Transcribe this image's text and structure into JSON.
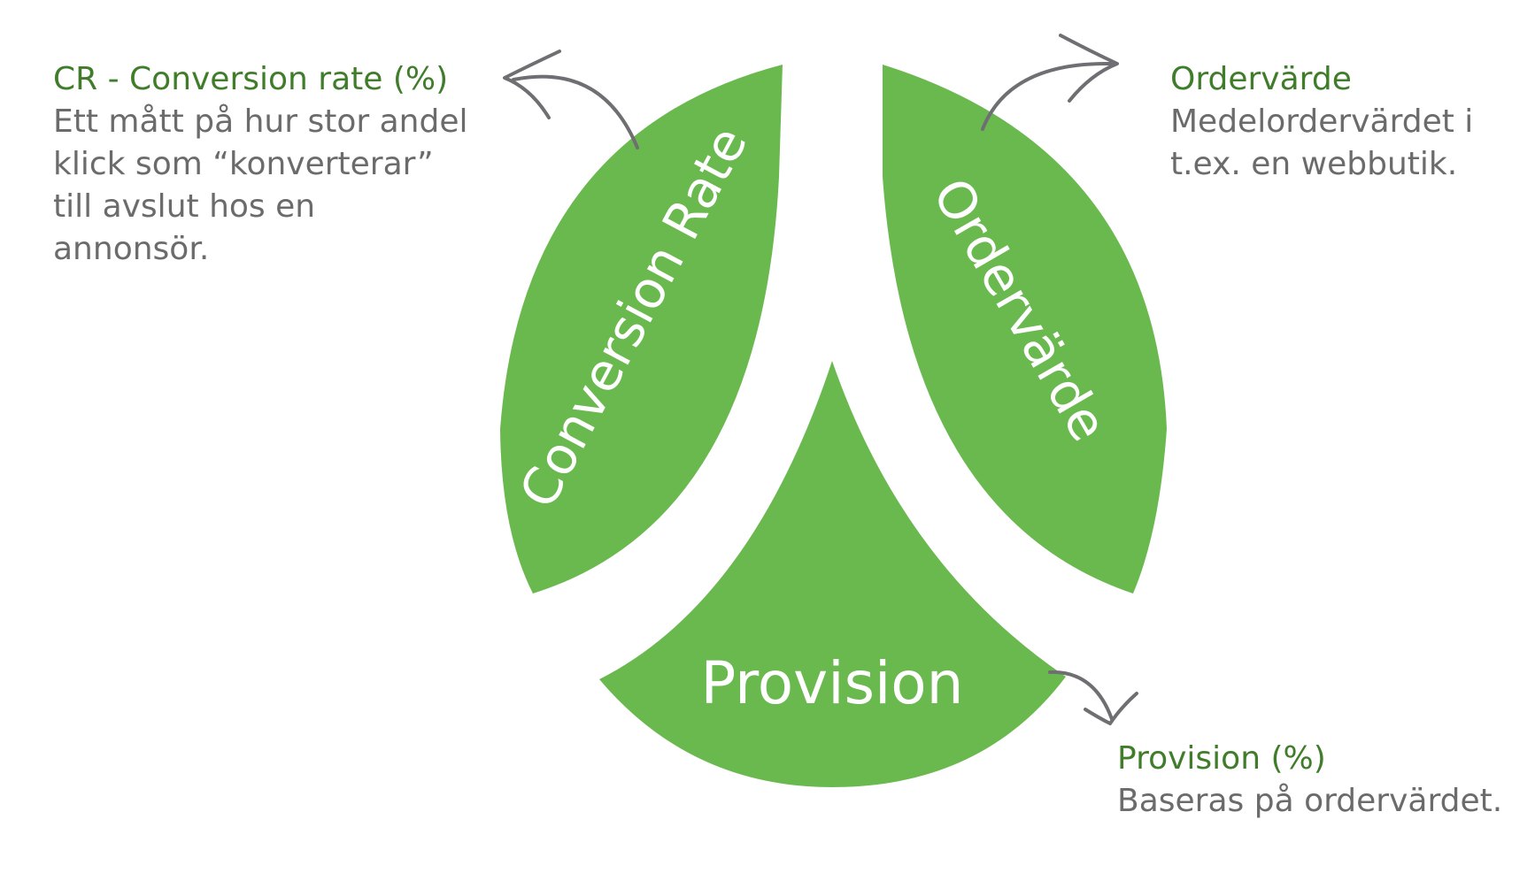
{
  "diagram": {
    "segments": [
      {
        "key": "conversion_rate",
        "label": "Conversion Rate"
      },
      {
        "key": "ordervarde",
        "label": "Ordervärde"
      },
      {
        "key": "provision",
        "label": "Provision"
      }
    ],
    "colors": {
      "segment": "#6ab94f",
      "segment_text": "#ffffff",
      "title": "#3f7d2a",
      "text": "#6b6b6b",
      "arrow": "#6f6f73"
    }
  },
  "callouts": {
    "conversion_rate": {
      "title": "CR - Conversion rate (%)",
      "description": "Ett mått på hur stor andel klick som “konverterar” till avslut hos en annonsör."
    },
    "ordervarde": {
      "title": "Ordervärde",
      "description": "Medelordervärdet i t.ex. en webbutik."
    },
    "provision": {
      "title": "Provision (%)",
      "description": "Baseras på ordervärdet."
    }
  }
}
